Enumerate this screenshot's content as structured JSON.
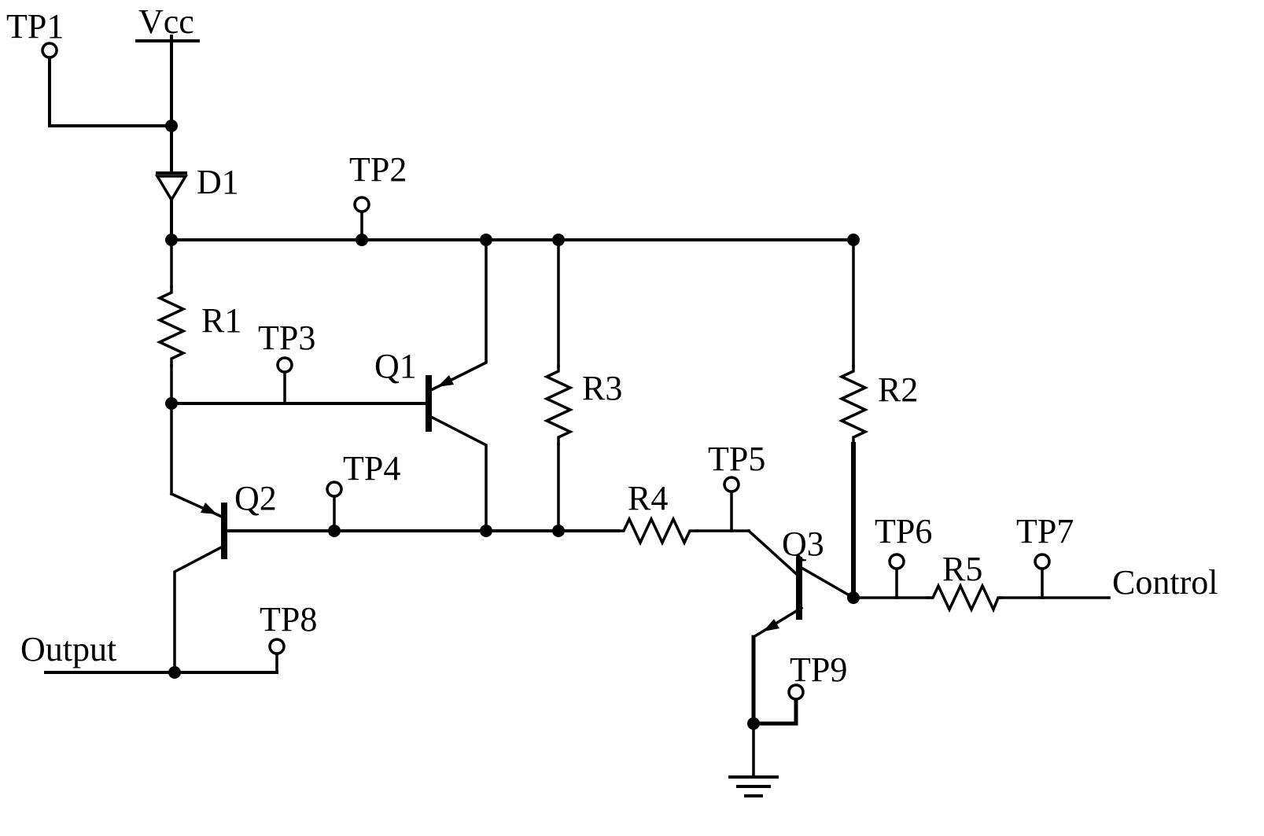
{
  "schematic": {
    "kind": "transistor-control-circuit",
    "colors": {
      "line": "#000000",
      "background": "#ffffff"
    },
    "power": "Vcc",
    "output": "Output",
    "control": "Control",
    "components": {
      "d1": "D1",
      "r1": "R1",
      "r2": "R2",
      "r3": "R3",
      "r4": "R4",
      "r5": "R5",
      "q1": "Q1",
      "q2": "Q2",
      "q3": "Q3"
    },
    "test_points": {
      "tp1": "TP1",
      "tp2": "TP2",
      "tp3": "TP3",
      "tp4": "TP4",
      "tp5": "TP5",
      "tp6": "TP6",
      "tp7": "TP7",
      "tp8": "TP8",
      "tp9": "TP9"
    }
  }
}
